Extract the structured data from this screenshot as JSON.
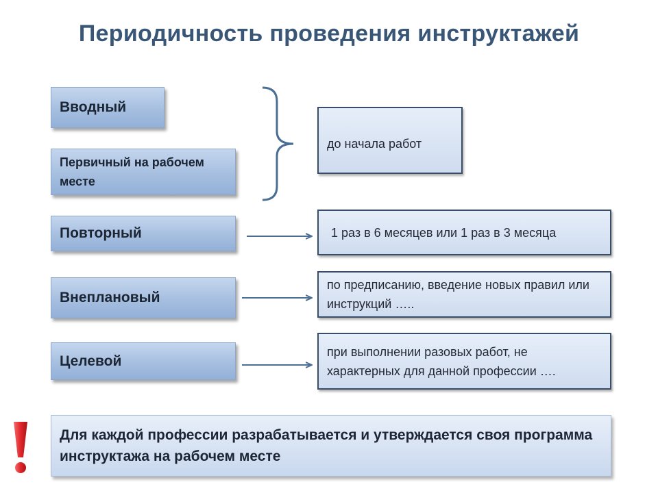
{
  "title": "Периодичность проведения инструктажей",
  "types": {
    "vvodny": "Вводный",
    "pervichny": "Первичный на рабочем месте",
    "povtorny": "Повторный",
    "vneplanovy": "Внеплановый",
    "tselevoy": "Целевой"
  },
  "periods": {
    "before_work": "до начала работ",
    "repeat": "1 раз в 6 месяцев или 1 раз в 3 месяца",
    "unplanned": "по предписанию, введение новых правил или инструкций …..",
    "targeted": "при выполнении разовых работ, не характерных для данной профессии …."
  },
  "note": {
    "text": "Для каждой профессии разрабатывается и утверждается своя программа инструктажа на рабочем месте",
    "mark": "!"
  },
  "colors": {
    "title": "#3a5677",
    "box_fill": "#a6bfe0",
    "connector": "#4a6e94",
    "exclamation": "#e0262b"
  }
}
